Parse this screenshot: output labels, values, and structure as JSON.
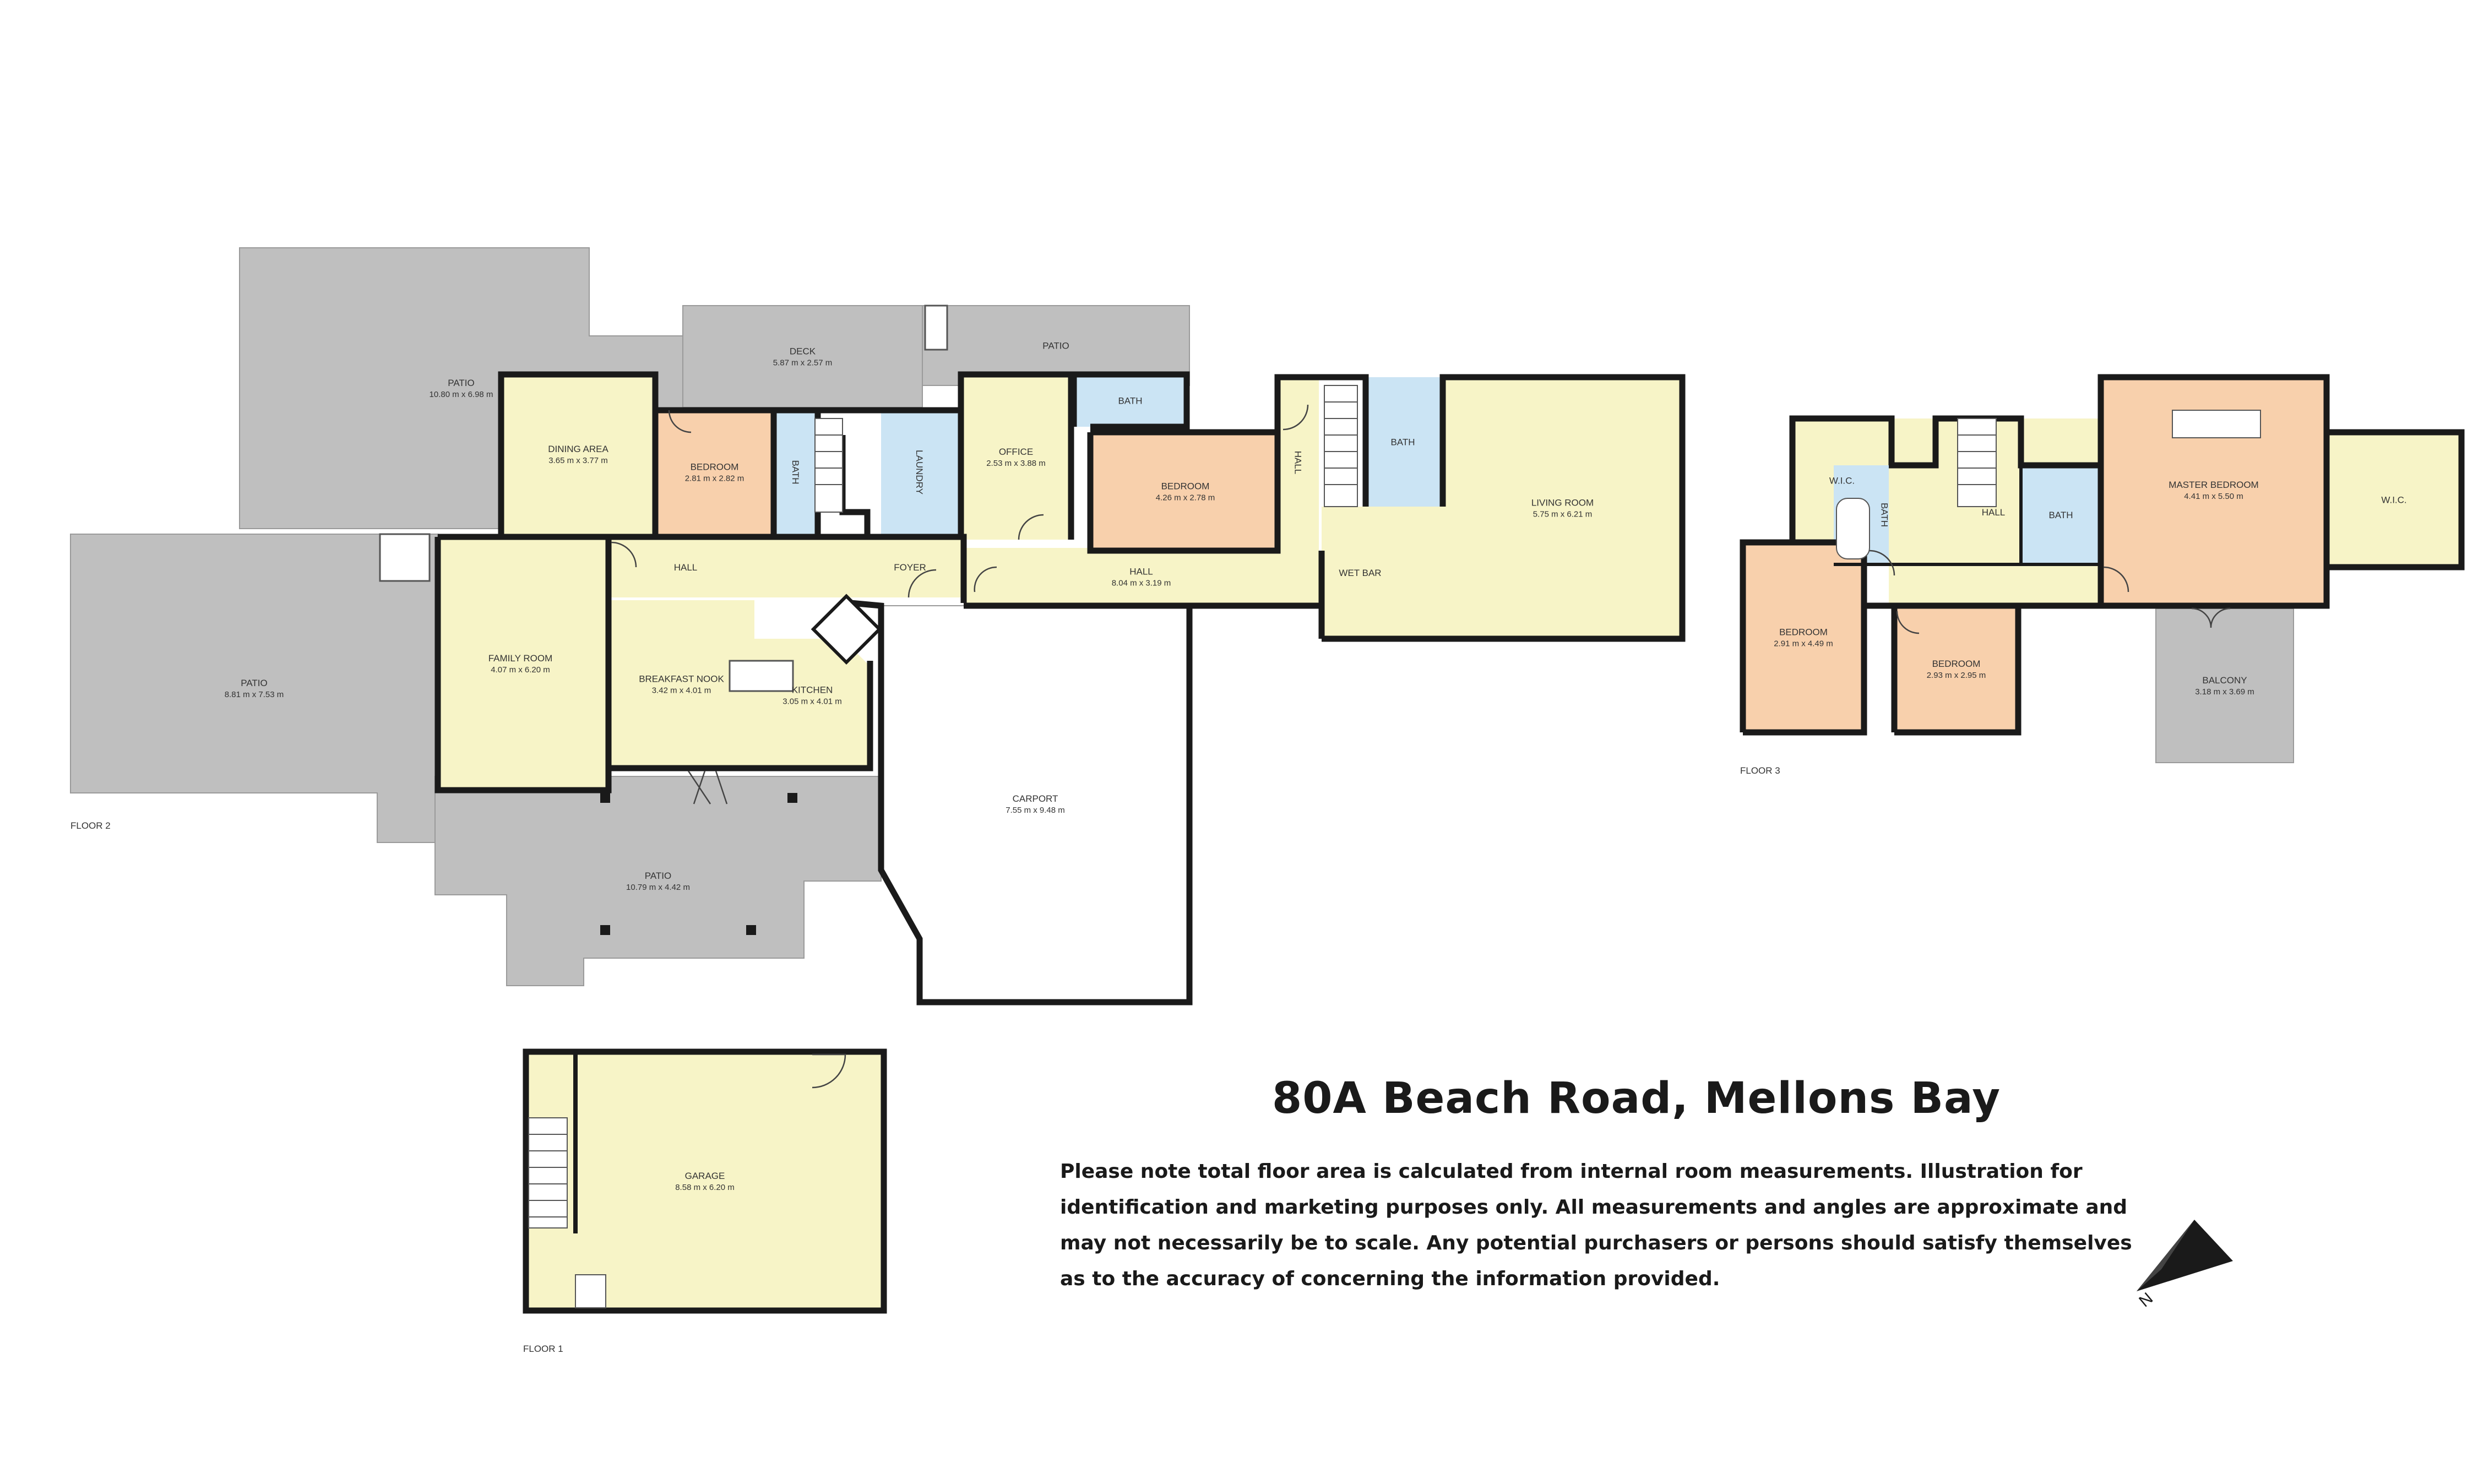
{
  "title": "80A Beach Road, Mellons Bay",
  "disclaimer": "Please note total floor area is calculated from internal room measurements.  Illustration for identification and marketing purposes only.  All measurements and angles are approximate and may not necessarily be to scale.  Any potential purchasers or persons should satisfy themselves as to the accuracy of concerning the information provided.",
  "compass_label": "N",
  "floors": [
    {
      "label": "FLOOR 2",
      "rooms": [
        {
          "id": "patio-nw",
          "name": "PATIO",
          "dim": "10.80 m x 6.98 m",
          "type": "outdoor"
        },
        {
          "id": "patio-w",
          "name": "PATIO",
          "dim": "8.81 m x 7.53 m",
          "type": "outdoor"
        },
        {
          "id": "deck",
          "name": "DECK",
          "dim": "5.87 m x 2.57 m",
          "type": "outdoor"
        },
        {
          "id": "patio-n",
          "name": "PATIO",
          "dim": "",
          "type": "outdoor"
        },
        {
          "id": "patio-s",
          "name": "PATIO",
          "dim": "10.79 m x 4.42 m",
          "type": "outdoor"
        },
        {
          "id": "dining",
          "name": "DINING AREA",
          "dim": "3.65 m x 3.77 m",
          "type": "living"
        },
        {
          "id": "bedroom-a",
          "name": "BEDROOM",
          "dim": "2.81 m x 2.82 m",
          "type": "bedroom"
        },
        {
          "id": "bath-a",
          "name": "BATH",
          "dim": "",
          "type": "wet"
        },
        {
          "id": "laundry",
          "name": "LAUNDRY",
          "dim": "",
          "type": "wet"
        },
        {
          "id": "office",
          "name": "OFFICE",
          "dim": "2.53 m x 3.88 m",
          "type": "living"
        },
        {
          "id": "bath-b",
          "name": "BATH",
          "dim": "",
          "type": "wet"
        },
        {
          "id": "bedroom-b",
          "name": "BEDROOM",
          "dim": "4.26 m x 2.78 m",
          "type": "bedroom"
        },
        {
          "id": "hall-n",
          "name": "HALL",
          "dim": "",
          "type": "living"
        },
        {
          "id": "bath-c",
          "name": "BATH",
          "dim": "",
          "type": "wet"
        },
        {
          "id": "living",
          "name": "LIVING ROOM",
          "dim": "5.75 m x 6.21 m",
          "type": "living"
        },
        {
          "id": "wetbar",
          "name": "WET BAR",
          "dim": "",
          "type": "living"
        },
        {
          "id": "hall-w",
          "name": "HALL",
          "dim": "",
          "type": "living"
        },
        {
          "id": "foyer",
          "name": "FOYER",
          "dim": "",
          "type": "living"
        },
        {
          "id": "hall-e",
          "name": "HALL",
          "dim": "8.04 m x 3.19 m",
          "type": "living"
        },
        {
          "id": "family",
          "name": "FAMILY ROOM",
          "dim": "4.07 m x 6.20 m",
          "type": "living"
        },
        {
          "id": "nook",
          "name": "BREAKFAST NOOK",
          "dim": "3.42 m x 4.01 m",
          "type": "living"
        },
        {
          "id": "kitchen",
          "name": "KITCHEN",
          "dim": "3.05 m x 4.01 m",
          "type": "living"
        },
        {
          "id": "carport",
          "name": "CARPORT",
          "dim": "7.55 m x 9.48 m",
          "type": "garage"
        }
      ]
    },
    {
      "label": "FLOOR 1",
      "rooms": [
        {
          "id": "garage",
          "name": "GARAGE",
          "dim": "8.58 m x 6.20 m",
          "type": "living"
        }
      ]
    },
    {
      "label": "FLOOR 3",
      "rooms": [
        {
          "id": "wic-a",
          "name": "W.I.C.",
          "dim": "",
          "type": "living"
        },
        {
          "id": "bath-d",
          "name": "BATH",
          "dim": "",
          "type": "wet"
        },
        {
          "id": "bath-e",
          "name": "BATH",
          "dim": "",
          "type": "wet"
        },
        {
          "id": "master",
          "name": "MASTER BEDROOM",
          "dim": "4.41 m x 5.50 m",
          "type": "bedroom"
        },
        {
          "id": "wic-b",
          "name": "W.I.C.",
          "dim": "",
          "type": "living"
        },
        {
          "id": "hall-3",
          "name": "HALL",
          "dim": "",
          "type": "living"
        },
        {
          "id": "bedroom-c",
          "name": "BEDROOM",
          "dim": "2.91 m x 4.49 m",
          "type": "bedroom"
        },
        {
          "id": "bedroom-d",
          "name": "BEDROOM",
          "dim": "2.93 m x 2.95 m",
          "type": "bedroom"
        },
        {
          "id": "balcony",
          "name": "BALCONY",
          "dim": "3.18 m x 3.69 m",
          "type": "outdoor"
        }
      ]
    }
  ],
  "colors": {
    "outdoor": "#bfbfbf",
    "living": "#f7f4c7",
    "bedroom": "#f8d0ac",
    "wet": "#cbe4f4",
    "garage": "#ffffff",
    "wall": "#1a1a1a"
  }
}
